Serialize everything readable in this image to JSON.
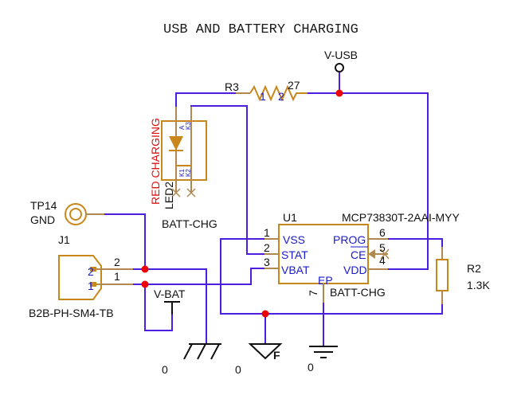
{
  "title": "USB AND BATTERY CHARGING",
  "nets": {
    "vusb": "V-USB",
    "vbat": "V-BAT",
    "gnd0_a": "0",
    "gnd0_b": "0",
    "gnd0_c": "0",
    "gnd_f": "F"
  },
  "r3": {
    "ref": "R3",
    "value": "27",
    "pin1": "1",
    "pin2": "2"
  },
  "r2": {
    "ref": "R2",
    "value": "1.3K"
  },
  "led2": {
    "ref": "LED2",
    "value": "RED CHARGING",
    "sheet": "BATT-CHG",
    "pins": [
      "A",
      "K3",
      "K1",
      "K2"
    ]
  },
  "tp14": {
    "ref": "TP14",
    "net": "GND"
  },
  "j1": {
    "ref": "J1",
    "value": "B2B-PH-SM4-TB",
    "pins": [
      "2",
      "1"
    ],
    "pin_nums": [
      "2",
      "1"
    ]
  },
  "u1": {
    "ref": "U1",
    "value": "MCP73830T-2AAI-MYY",
    "sheet": "BATT-CHG",
    "left_pins": [
      {
        "num": "1",
        "name": "VSS"
      },
      {
        "num": "2",
        "name": "STAT"
      },
      {
        "num": "3",
        "name": "VBAT"
      }
    ],
    "right_pins": [
      {
        "num": "6",
        "name": "PROG"
      },
      {
        "num": "5",
        "name": "CE"
      },
      {
        "num": "4",
        "name": "VDD"
      }
    ],
    "bottom_pin": {
      "num": "7",
      "name": "EP"
    }
  },
  "colors": {
    "wire": "#4b1ee0",
    "component": "#c8871a",
    "junction": "#ee0000",
    "pin_name": "#1a1acc",
    "led_value": "#e01010"
  }
}
